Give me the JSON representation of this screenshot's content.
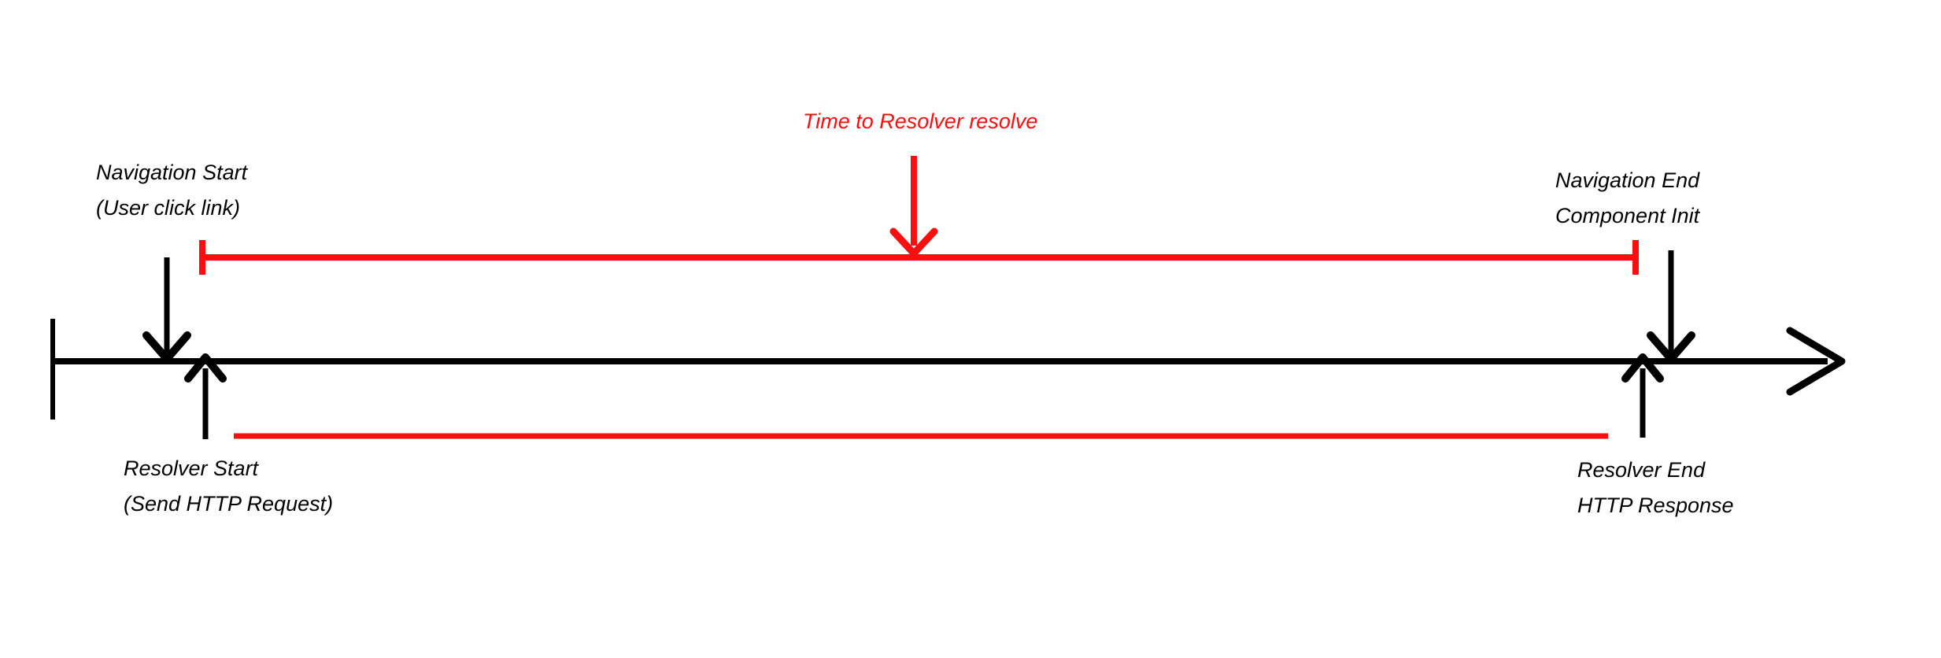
{
  "colors": {
    "accent_red": "#f90f0f",
    "ink": "#000000",
    "background": "#ffffff"
  },
  "diagram": {
    "type": "timeline-annotation-diagram",
    "axis": {
      "kind": "timeline",
      "direction": "left-to-right",
      "start_marker": "vertical-tick",
      "end_marker": "arrowhead-right"
    },
    "annotation": {
      "label": "Time to Resolver resolve",
      "pointer": "down-arrow",
      "span_style": "red-line-with-end-ticks",
      "span_from_event": "navigation_start",
      "span_to_event": "navigation_end"
    },
    "duration_line": {
      "style": "red-line",
      "from_event": "resolver_start",
      "to_event": "resolver_end"
    },
    "events": {
      "navigation_start": {
        "line1": "Navigation Start",
        "line2": "(User click link)",
        "marker": "down-arrow-to-axis",
        "label_position": "above-axis-left"
      },
      "navigation_end": {
        "line1": "Navigation End",
        "line2": "Component Init",
        "marker": "down-arrow-to-axis",
        "label_position": "above-axis-right"
      },
      "resolver_start": {
        "line1": "Resolver Start",
        "line2": "(Send HTTP Request)",
        "marker": "up-arrow-to-axis",
        "label_position": "below-axis-left"
      },
      "resolver_end": {
        "line1": "Resolver End",
        "line2": "HTTP Response",
        "marker": "up-arrow-to-axis",
        "label_position": "below-axis-right"
      }
    }
  }
}
